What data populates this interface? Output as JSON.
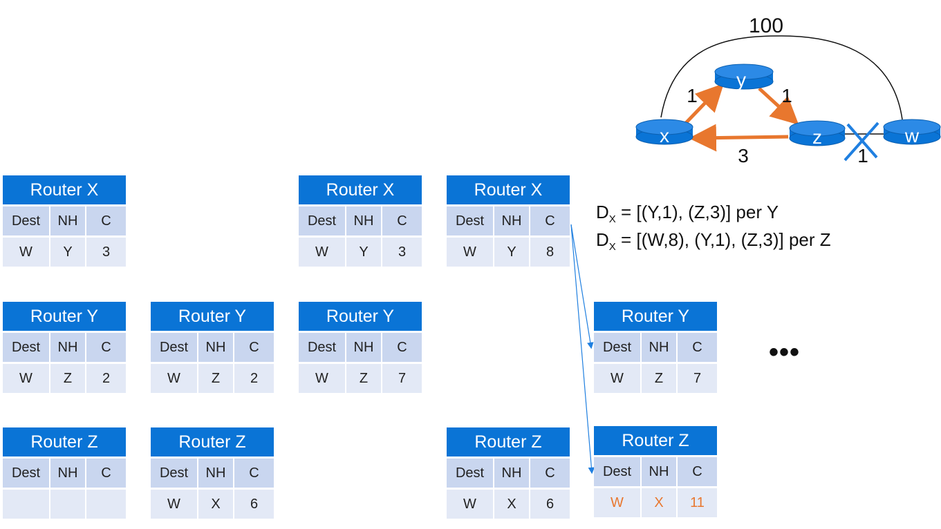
{
  "topology": {
    "nodes": {
      "x": "x",
      "y": "y",
      "z": "z",
      "w": "w"
    },
    "links": {
      "xw": "100",
      "xy": "1",
      "yz": "1",
      "xz": "3",
      "zw": "1"
    },
    "broken_link": "z-w",
    "colors": {
      "node": "#0a74d6",
      "arrow": "#e8772e",
      "cross": "#1f7fe0"
    }
  },
  "equations": [
    {
      "pre": "D",
      "sub": "X",
      "post": " = [(Y,1), (Z,3)] per Y"
    },
    {
      "pre": "D",
      "sub": "X",
      "post": " = [(W,8), (Y,1), (Z,3)] per Z"
    }
  ],
  "ellipsis": "•••",
  "tables": [
    {
      "id": "x1",
      "title": "Router X",
      "head": [
        "Dest",
        "NH",
        "C"
      ],
      "row": [
        "W",
        "Y",
        "3"
      ]
    },
    {
      "id": "y1",
      "title": "Router Y",
      "head": [
        "Dest",
        "NH",
        "C"
      ],
      "row": [
        "W",
        "Z",
        "2"
      ]
    },
    {
      "id": "z1",
      "title": "Router Z",
      "head": [
        "Dest",
        "NH",
        "C"
      ],
      "row": [
        "",
        "",
        ""
      ]
    },
    {
      "id": "y2",
      "title": "Router Y",
      "head": [
        "Dest",
        "NH",
        "C"
      ],
      "row": [
        "W",
        "Z",
        "2"
      ]
    },
    {
      "id": "z2",
      "title": "Router Z",
      "head": [
        "Dest",
        "NH",
        "C"
      ],
      "row": [
        "W",
        "X",
        "6"
      ]
    },
    {
      "id": "x3",
      "title": "Router X",
      "head": [
        "Dest",
        "NH",
        "C"
      ],
      "row": [
        "W",
        "Y",
        "3"
      ]
    },
    {
      "id": "y3",
      "title": "Router Y",
      "head": [
        "Dest",
        "NH",
        "C"
      ],
      "row": [
        "W",
        "Z",
        "7"
      ]
    },
    {
      "id": "x4",
      "title": "Router X",
      "head": [
        "Dest",
        "NH",
        "C"
      ],
      "row": [
        "W",
        "Y",
        "8"
      ]
    },
    {
      "id": "z4",
      "title": "Router Z",
      "head": [
        "Dest",
        "NH",
        "C"
      ],
      "row": [
        "W",
        "X",
        "6"
      ]
    },
    {
      "id": "y5",
      "title": "Router Y",
      "head": [
        "Dest",
        "NH",
        "C"
      ],
      "row": [
        "W",
        "Z",
        "7"
      ]
    },
    {
      "id": "z5",
      "title": "Router Z",
      "head": [
        "Dest",
        "NH",
        "C"
      ],
      "row": [
        "W",
        "X",
        "11"
      ],
      "highlight": "#e8772e"
    }
  ]
}
